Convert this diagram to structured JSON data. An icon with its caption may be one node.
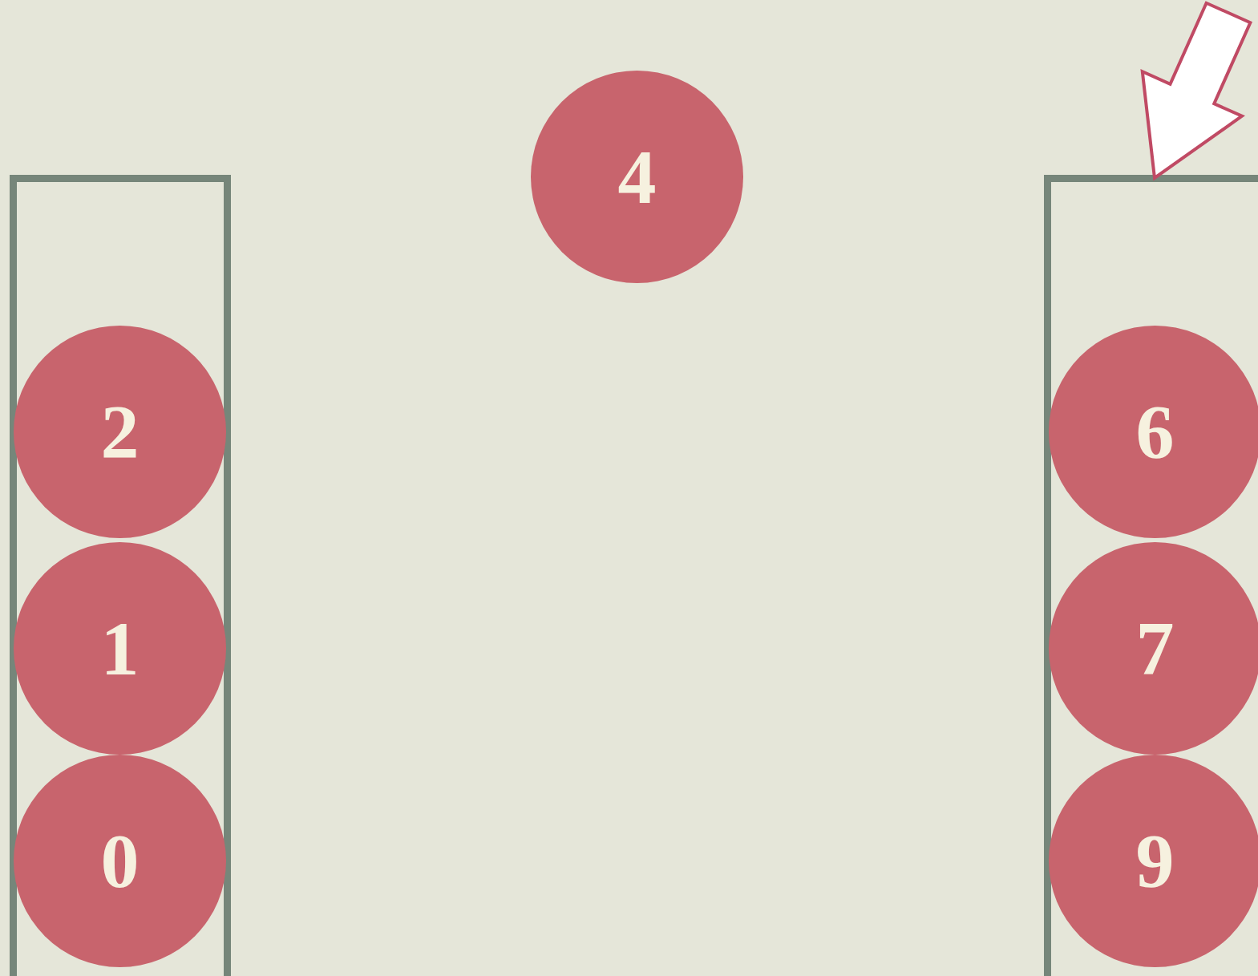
{
  "diagram": {
    "nodes": [
      {
        "text": [],
        "shape": "box"
      },
      {
        "text": [
          "2"
        ],
        "in": 0
      },
      {
        "text": [
          "1"
        ],
        "in": 0
      },
      {
        "text": [
          "0"
        ],
        "in": 0
      },
      {
        "text": [
          "4"
        ]
      },
      {
        "text": [],
        "shape": "box"
      },
      {
        "text": [
          "6"
        ],
        "in": 5
      },
      {
        "text": [
          "7"
        ],
        "in": 5
      },
      {
        "text": [
          "9"
        ],
        "in": 5
      }
    ],
    "edges": [
      {
        "from": null,
        "to": 5,
        "arrow": "to"
      }
    ]
  }
}
